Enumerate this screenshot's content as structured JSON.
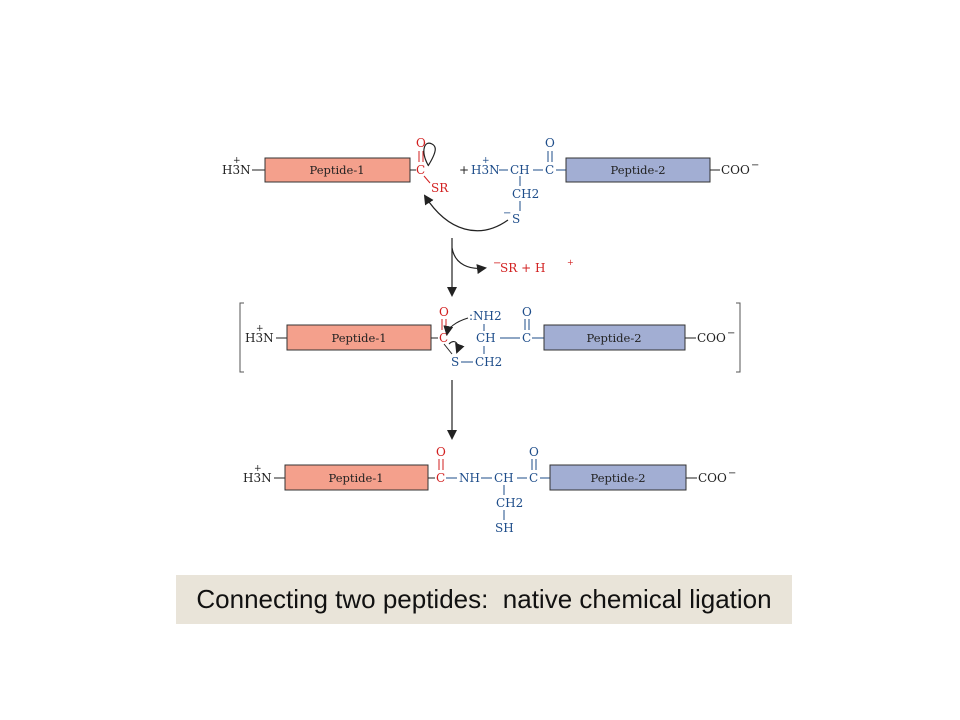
{
  "colors": {
    "peptide1_fill": "#f4a08c",
    "peptide2_fill": "#a2aed3",
    "red_text": "#d21f1f",
    "blue_text": "#1e4d8a",
    "black": "#222222",
    "caption_bg": "#e9e4d9"
  },
  "diagram": {
    "step1": {
      "n_term": "H3N",
      "peptide1": "Peptide-1",
      "o_red": "O",
      "c_red": "C",
      "sr": "SR",
      "plus": "+",
      "h3n_blue": "H3N",
      "ch_blue": "CH",
      "c_blue": "C",
      "o_blue": "O",
      "ch2": "CH2",
      "s_minus": "S",
      "peptide2": "Peptide-2",
      "c_term": "COO"
    },
    "leaving_group": "SR + H",
    "step2": {
      "n_term": "H3N",
      "peptide1": "Peptide-1",
      "o": "O",
      "c": "C",
      "nh2": ":NH2",
      "ch": "CH",
      "c_blue": "C",
      "o_blue": "O",
      "s": "S",
      "ch2": "CH2",
      "peptide2": "Peptide-2",
      "c_term": "COO"
    },
    "step3": {
      "n_term": "H3N",
      "peptide1": "Peptide-1",
      "o": "O",
      "c": "C",
      "nh": "NH",
      "ch": "CH",
      "c_blue": "C",
      "o_blue": "O",
      "ch2": "CH2",
      "sh": "SH",
      "peptide2": "Peptide-2",
      "c_term": "COO"
    }
  },
  "caption": "Connecting two peptides:  native chemical ligation"
}
